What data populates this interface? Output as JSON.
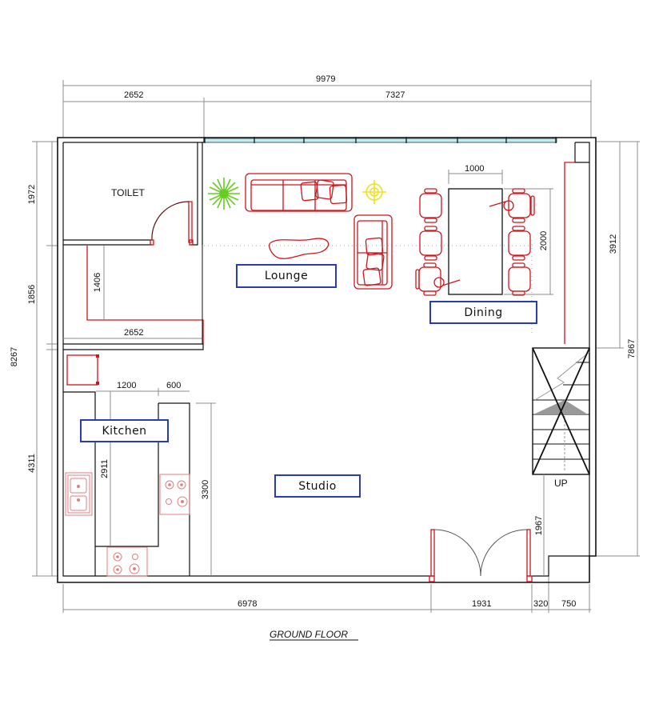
{
  "drawing": {
    "title": "GROUND FLOOR"
  },
  "rooms": {
    "toilet": "TOILET",
    "lounge": "Lounge",
    "dining": "Dining",
    "kitchen": "Kitchen",
    "studio": "Studio",
    "stair_label": "UP"
  },
  "dimensions": {
    "top_total": "9979",
    "top_left": "2652",
    "top_right": "7327",
    "left_total": "8267",
    "left_toilet": "1972",
    "left_corridor": "1856",
    "left_kitchen": "4311",
    "right_upper": "3912",
    "right_total": "7867",
    "bottom_main": "6978",
    "bottom_door": "1931",
    "bottom_small": "320",
    "bottom_stair": "750",
    "corridor_depth": "1406",
    "corridor_width": "2652",
    "kitchen_aisle": "1200",
    "kitchen_counter": "600",
    "kitchen_length": "2911",
    "kitchen_run": "3300",
    "dining_table_width": "1000",
    "dining_table_length": "2000",
    "entrance_return": "1967"
  },
  "colors": {
    "wall": "#111111",
    "furniture": "#d0141b",
    "fixture": "#e08080",
    "label_border": "#2a3db0",
    "window_glass": "#bfeef2",
    "plant": "#66cc22",
    "light": "#f0f020",
    "dimension": "#8c8c8c"
  }
}
